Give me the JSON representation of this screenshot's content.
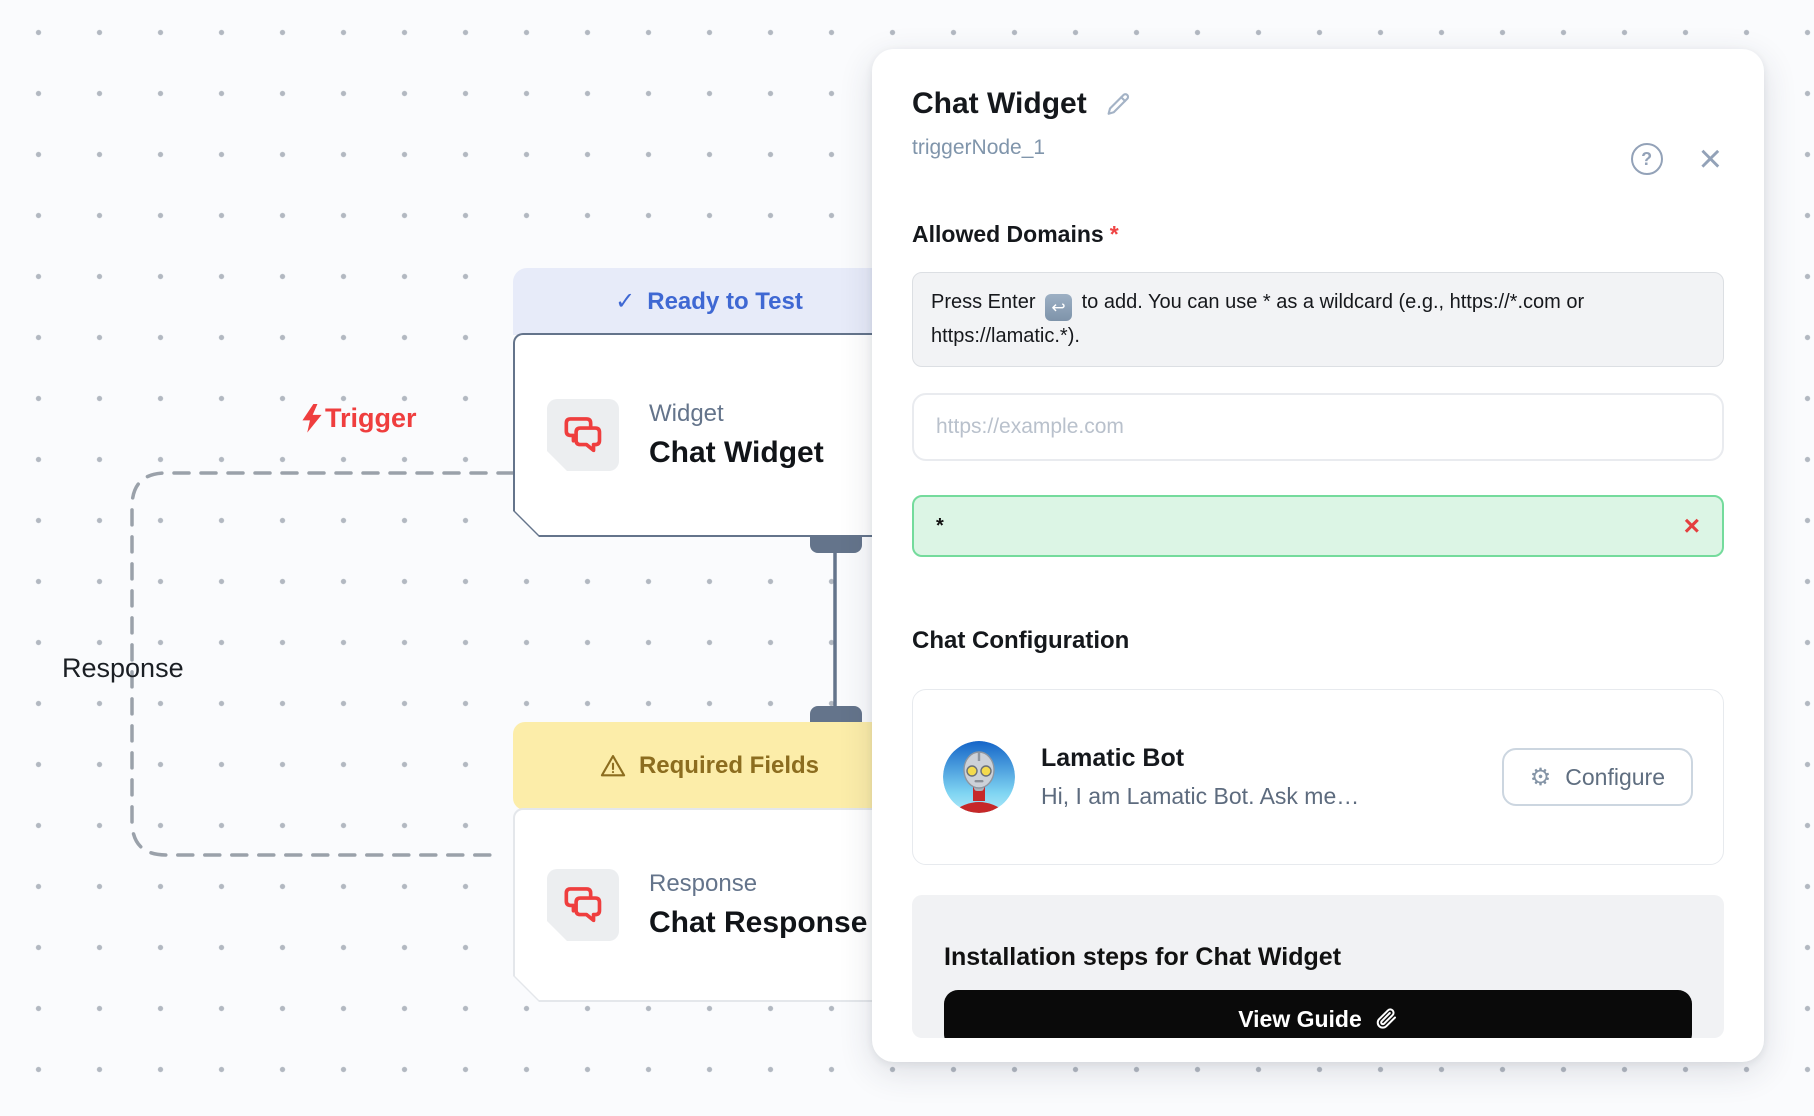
{
  "canvas": {
    "trigger_label": "Trigger",
    "response_label": "Response",
    "widget_node": {
      "status": "Ready to Test",
      "status_icon": "✓",
      "type_label": "Widget",
      "title": "Chat Widget"
    },
    "response_node": {
      "status": "Required Fields",
      "type_label": "Response",
      "title": "Chat Response"
    }
  },
  "panel": {
    "title": "Chat Widget",
    "node_id": "triggerNode_1",
    "help_icon": "?",
    "close_icon": "×",
    "allowed_domains": {
      "label": "Allowed Domains",
      "required_mark": "*",
      "help_text_before": "Press Enter",
      "enter_key": "↩",
      "help_text_after": "to add. You can use * as a wildcard (e.g., https://*.com or https://lamatic.*).",
      "input_placeholder": "https://example.com",
      "domains": [
        {
          "value": "*"
        }
      ],
      "remove_icon": "×"
    },
    "chat_configuration": {
      "heading": "Chat Configuration",
      "bot_name": "Lamatic Bot",
      "bot_description": "Hi, I am Lamatic Bot. Ask me…",
      "configure_label": "Configure",
      "gear_icon": "⚙"
    },
    "installation": {
      "heading": "Installation steps for Chat Widget",
      "view_guide_label": "View Guide"
    }
  },
  "colors": {
    "accent_red": "#ef3e3e",
    "slate": "#64748b",
    "ready_badge_bg": "#e7ebf9",
    "ready_badge_text": "#3f68d3",
    "required_badge_bg": "#fcedа9",
    "required_badge_text": "#8c6d1f",
    "chip_bg": "#dcf5e5",
    "chip_border": "#74db9c",
    "button_black": "#0a0a0a"
  }
}
